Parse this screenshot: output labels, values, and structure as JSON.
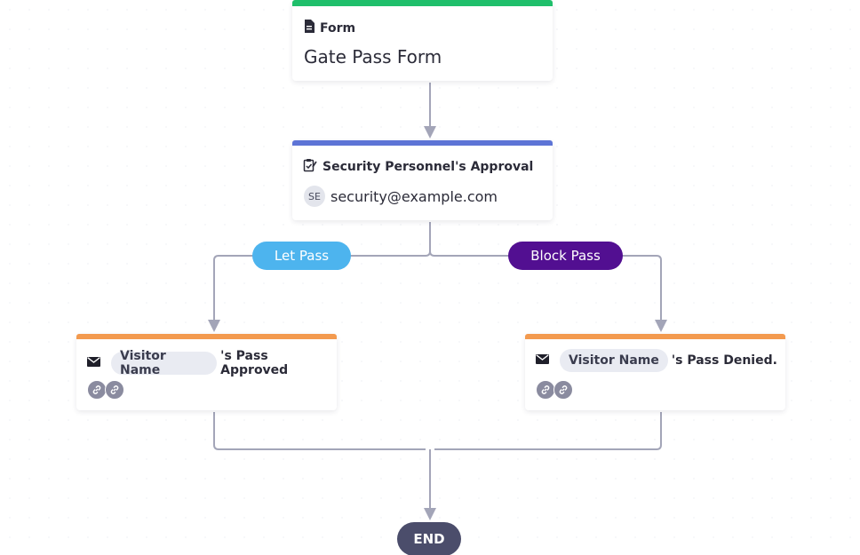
{
  "form_node": {
    "type_label": "Form",
    "title": "Gate Pass Form",
    "icon": "form-document-icon",
    "accent": "#1fbf6b"
  },
  "approval_node": {
    "type_label": "Security Personnel's Approval",
    "icon": "approval-clipboard-icon",
    "accent": "#5d74d6",
    "assignee": {
      "initials": "SE",
      "email": "security@example.com"
    }
  },
  "branches": [
    {
      "label": "Let Pass",
      "color": "#4db4ee"
    },
    {
      "label": "Block Pass",
      "color": "#520f91"
    }
  ],
  "email_nodes": [
    {
      "icon": "envelope-icon",
      "field_chip": "Visitor Name",
      "text": "'s Pass Approved",
      "accent": "#f39a4f"
    },
    {
      "icon": "envelope-icon",
      "field_chip": "Visitor Name",
      "text": "'s Pass Denied.",
      "accent": "#f39a4f"
    }
  ],
  "end_node": {
    "label": "END"
  }
}
